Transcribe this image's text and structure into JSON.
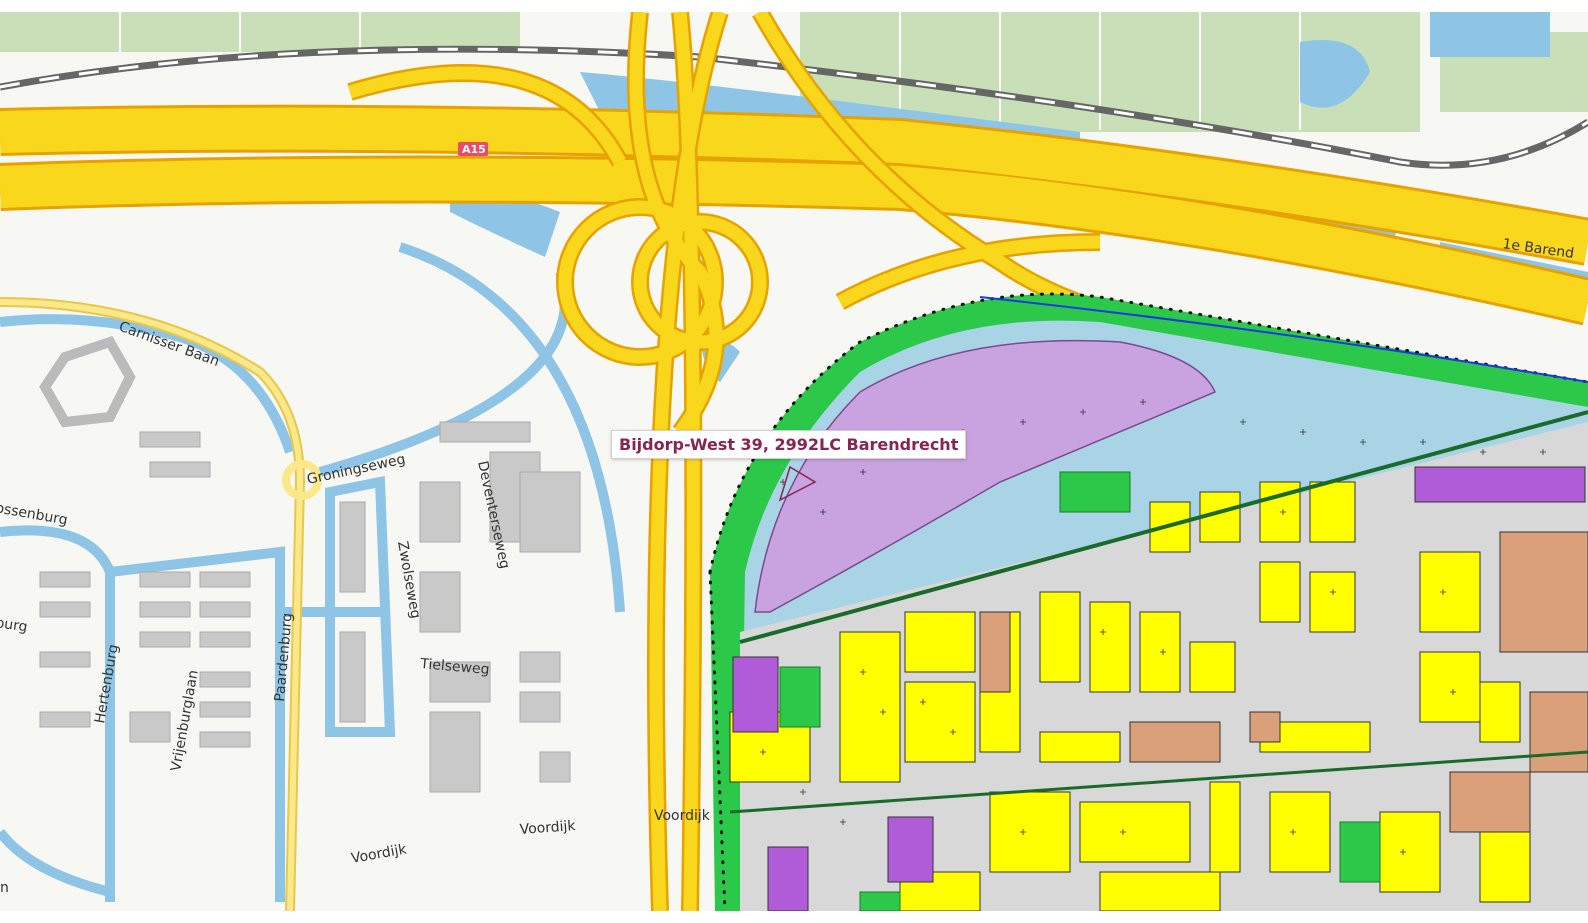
{
  "address_label": "Bijdorp-West 39, 2992LC Barendrecht",
  "road_shield": "A15",
  "street_labels": {
    "carnisser_baan": "Carnisser Baan",
    "groningseweg": "Groningseweg",
    "deventerseweg": "Deventerseweg",
    "zwolseweg": "Zwolseweg",
    "tielseweg": "Tielseweg",
    "paardenburg": "Paardenburg",
    "hertenburg": "Hertenburg",
    "vrijenburglaan": "Vrijenburglaan",
    "ossenburg": "ossenburg",
    "burg": "burg",
    "voordijk_1": "Voordijk",
    "voordijk_2": "Voordijk",
    "voordijk_3": "Voordijk",
    "barend_partial": "1e Barend",
    "n_partial": "n"
  },
  "colors": {
    "highway": "#f9d71c",
    "highway_edge": "#e8a200",
    "water": "#8ec5e6",
    "residential": "#ffff00",
    "green": "#2cc84a",
    "purple_zone": "#c9a2e0",
    "brown_zone": "#d9a07a",
    "label_text": "#8b2250"
  }
}
